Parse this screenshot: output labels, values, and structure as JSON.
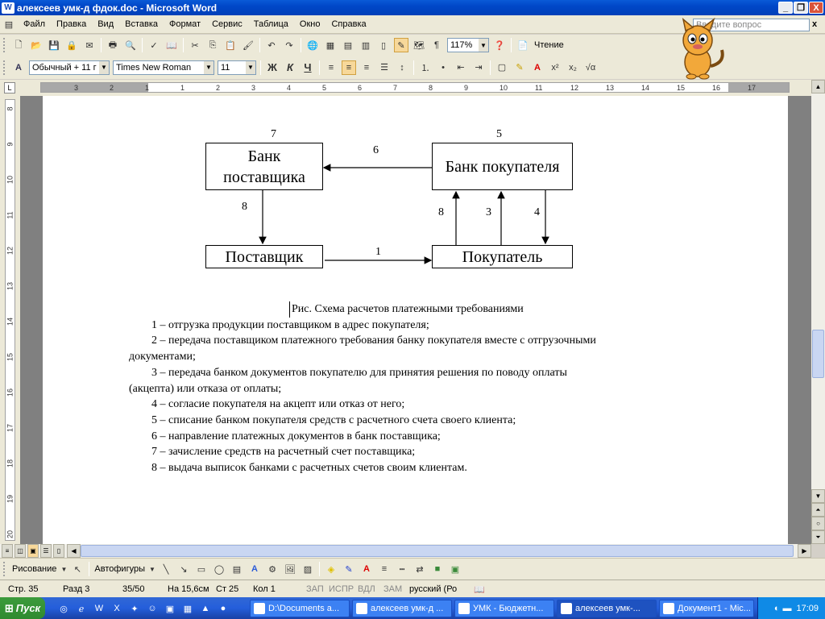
{
  "window": {
    "title": "алексеев умк-д  фдок.doc - Microsoft Word",
    "app_icon_letter": "W",
    "minimize": "_",
    "maximize": "❐",
    "close": "X"
  },
  "menu": {
    "items": [
      "Файл",
      "Правка",
      "Вид",
      "Вставка",
      "Формат",
      "Сервис",
      "Таблица",
      "Окно",
      "Справка"
    ],
    "help_placeholder": "Введите вопрос",
    "doc_close": "x"
  },
  "toolbar": {
    "zoom": "117%",
    "reading_label": "Чтение"
  },
  "format_bar": {
    "style": "Обычный + 11 г",
    "font": "Times New Roman",
    "size": "11",
    "bold": "Ж",
    "italic": "К",
    "underline": "Ч"
  },
  "ruler": {
    "labels": [
      "3",
      "2",
      "1",
      "1",
      "2",
      "3",
      "4",
      "5",
      "6",
      "7",
      "8",
      "9",
      "10",
      "11",
      "12",
      "13",
      "14",
      "15",
      "16",
      "17"
    ]
  },
  "vruler": {
    "labels": [
      "8",
      "9",
      "10",
      "11",
      "12",
      "13",
      "14",
      "15",
      "16",
      "17",
      "18",
      "19",
      "20"
    ]
  },
  "diagram": {
    "bank_supplier": "Банк поставщика",
    "bank_buyer": "Банк покупателя",
    "supplier": "Поставщик",
    "buyer": "Покупатель",
    "n7": "7",
    "n5": "5",
    "n6": "6",
    "n8a": "8",
    "n8b": "8",
    "n3": "3",
    "n4": "4",
    "n1": "1"
  },
  "document": {
    "caption": "Рис. Схема расчетов платежными требованиями",
    "lines": [
      "1 – отгрузка продукции поставщиком в адрес покупателя;",
      "2 – передача поставщиком платежного требования банку покупателя вместе с отгрузочными",
      "документами;",
      "3 – передача банком документов покупателю для принятия решения  по поводу оплаты",
      "(акцепта) или отказа от оплаты;",
      "4 – согласие покупателя на акцепт или отказ от него;",
      "5 – списание банком покупателя средств с расчетного счета своего клиента;",
      "6 – направление платежных документов в банк поставщика;",
      "7 – зачисление средств на расчетный счет поставщика;",
      "8 – выдача выписок банками с расчетных счетов своим клиентам."
    ]
  },
  "drawing_bar": {
    "draw_label": "Рисование",
    "autoshapes_label": "Автофигуры"
  },
  "status": {
    "page": "Стр.  35",
    "section": "Разд  3",
    "pages": "35/50",
    "at": "На 15,6см",
    "line": "Ст  25",
    "col": "Кол  1",
    "rec": "ЗАП",
    "trk": "ИСПР",
    "ext": "ВДЛ",
    "ovr": "ЗАМ",
    "lang": "русский (Ро"
  },
  "taskbar": {
    "start": "Пуск",
    "items": [
      "D:\\Documents a...",
      "алексеев умк-д ...",
      "УМК - Бюджетн...",
      "алексеев умк-...",
      "Документ1 - Mic..."
    ],
    "clock": "17:09"
  },
  "colors": {
    "titlebar": "#0a5ad7",
    "chrome": "#ece9d8",
    "taskbar": "#245edb"
  }
}
